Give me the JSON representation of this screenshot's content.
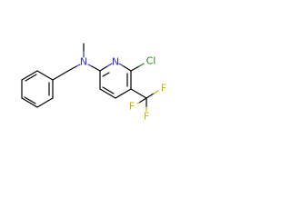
{
  "atoms": {
    "n_amine": "N",
    "n_ring": "N",
    "cl": "Cl",
    "f1": "F",
    "f2": "F",
    "f3": "F"
  },
  "colors": {
    "nitrogen": "#3030e0",
    "chlorine": "#1f8a1f",
    "fluorine": "#b8b800",
    "bond": "#000000"
  }
}
